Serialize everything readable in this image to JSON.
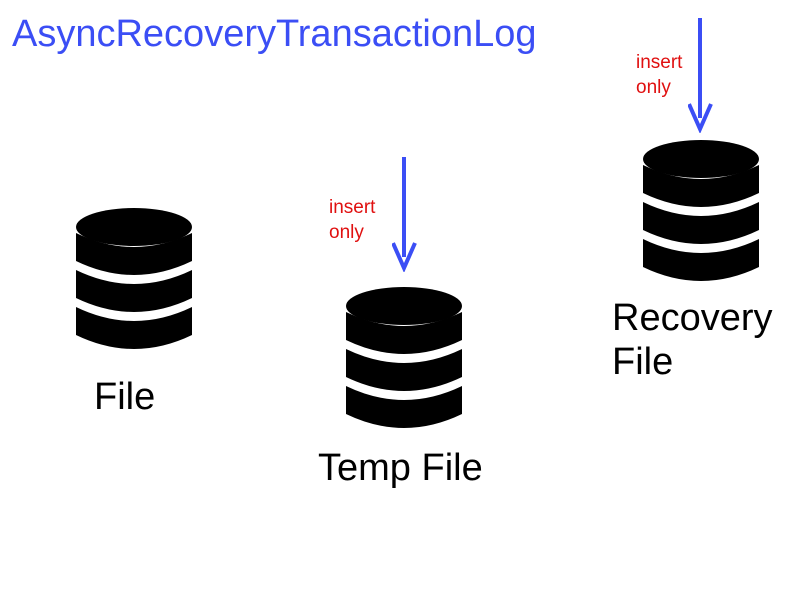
{
  "diagram": {
    "title": "AsyncRecoveryTransactionLog",
    "colors": {
      "title": "#3b4ef5",
      "arrow": "#3b4ef5",
      "note": "#e01010",
      "database": "#000000"
    },
    "nodes": [
      {
        "label_line1": "File",
        "label_line2": "",
        "icon": "database-icon"
      },
      {
        "label_line1": "Temp File",
        "label_line2": "",
        "icon": "database-icon"
      },
      {
        "label_line1": "Recovery",
        "label_line2": "File",
        "icon": "database-icon"
      }
    ],
    "edges": [
      {
        "target": "Temp File",
        "note_line1": "insert",
        "note_line2": "only"
      },
      {
        "target": "Recovery File",
        "note_line1": "insert",
        "note_line2": "only"
      }
    ]
  }
}
